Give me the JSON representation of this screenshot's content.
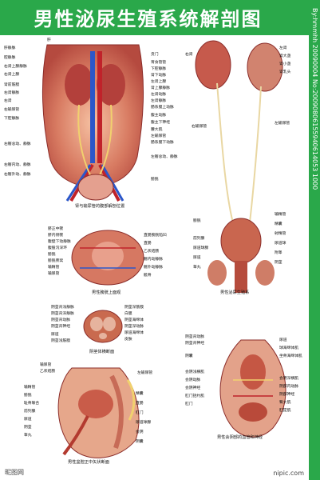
{
  "header": {
    "title": "男性泌尿生殖系统解剖图"
  },
  "sidebar": {
    "vertical_text": "By:hmmhh 20090004 No:20090806155940614053 1000"
  },
  "watermark": {
    "left_text": "昵图网",
    "right_text": "nipic.com"
  },
  "panels": {
    "p1": {
      "caption": "肾与输尿管的腹部解剖位置",
      "left_labels": [
        "肝",
        "肝静脉",
        "腔静脉",
        "右肾上腺静脉",
        "右肾上腺",
        "肾前筋膜",
        "右肾静脉",
        "右肾",
        "右输尿管",
        "下腔静脉",
        "右髂总动、静脉",
        "右髂内动、静脉",
        "右髂外动、静脉"
      ],
      "right_labels": [
        "贲门",
        "胃食管管",
        "下腔静脉",
        "肾下动脉",
        "左肾上腺",
        "肾上腺静脉",
        "左肾动脉",
        "左肾静脉",
        "肠系膜上动脉",
        "腹主动脉",
        "腹主下神经",
        "腰大肌",
        "左输尿管",
        "肠系膜下动脉",
        "左髂总动、静脉",
        "膀胱"
      ]
    },
    "p2": {
      "caption": "男性泌尿生殖系",
      "left_labels": [
        "右肾",
        "右输尿管",
        "膀胱",
        "前列腺",
        "尿道球腺",
        "尿道",
        "睾丸"
      ],
      "right_labels": [
        "左肾",
        "肾大盏",
        "肾小盏",
        "肾乳头",
        "左输尿管",
        "输精管",
        "精囊",
        "射精管",
        "尿道球",
        "附睾",
        "阴茎"
      ]
    },
    "p3": {
      "caption": "男性膀胱上面观",
      "labels": [
        "脐正中襞",
        "脐内侧襞",
        "腹壁下动静脉",
        "腹股沟深环",
        "膀胱",
        "膀胱旁窝",
        "输精管",
        "输尿管",
        "直肠膀胱陷凹",
        "直肠",
        "乙状结肠",
        "髂内动静脉",
        "髂外动静脉",
        "骶骨"
      ]
    },
    "p4": {
      "caption": "阴茎体横断面",
      "labels": [
        "阴茎背浅静脉",
        "阴茎背深静脉",
        "阴茎背动脉",
        "阴茎背神经",
        "阴茎深筋膜",
        "白膜",
        "阴茎海绵体",
        "阴茎深动脉",
        "尿道",
        "尿道海绵体",
        "皮肤",
        "阴茎浅筋膜"
      ]
    },
    "p5": {
      "caption": "男性盆腔正中矢状断面",
      "labels": [
        "输尿管",
        "乙状结肠",
        "左输尿管",
        "输精管",
        "膀胱",
        "耻骨联合",
        "前列腺",
        "尿道",
        "阴茎",
        "睾丸",
        "精囊",
        "直肠",
        "肛门",
        "尿道球腺",
        "会阴",
        "阴囊"
      ]
    },
    "p6": {
      "caption": "男性会阴部的血管和神经",
      "labels": [
        "阴茎背动脉",
        "阴茎背神经",
        "阴囊",
        "会阴浅横肌",
        "会阴动脉",
        "会阴神经",
        "肛门括约肌",
        "肛门",
        "尿道",
        "球海绵体肌",
        "坐骨海绵体肌",
        "会阴深横肌",
        "阴部内动脉",
        "阴部神经",
        "臀大肌",
        "肛提肌"
      ]
    }
  }
}
